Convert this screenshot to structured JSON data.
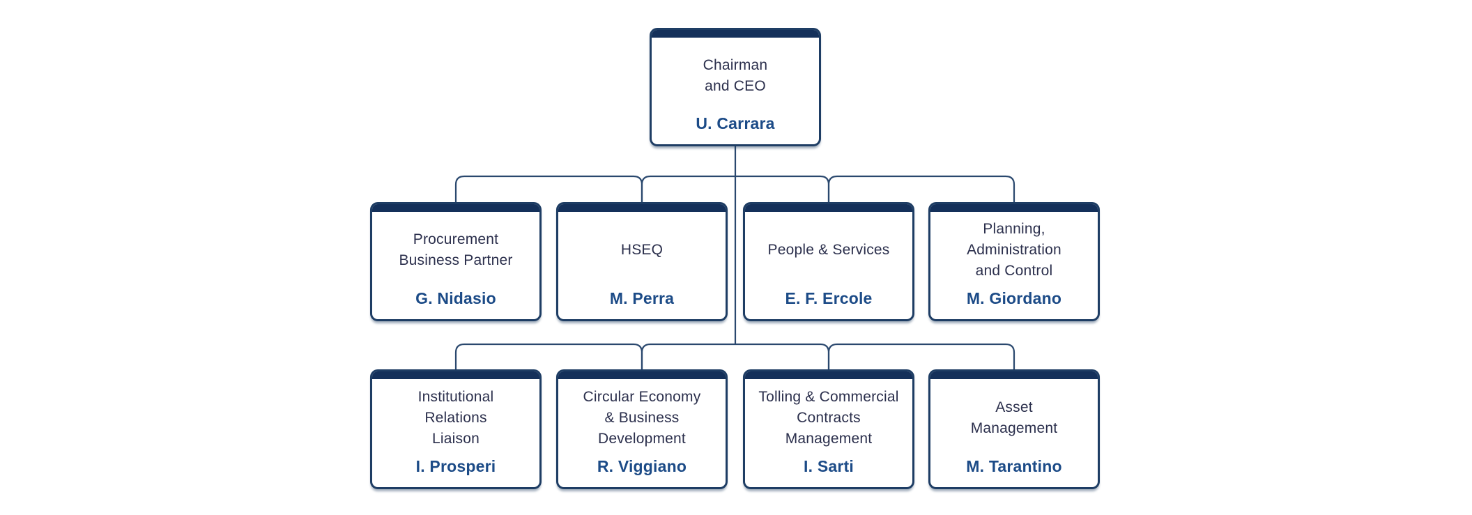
{
  "colors": {
    "page_bg": "#ffffff",
    "navy_bar": "#14305a",
    "box_border": "#1e3d64",
    "connector": "#2a486e",
    "title_text": "#2b2f4c",
    "name_text": "#1c4b87"
  },
  "org_chart": {
    "root": {
      "title_lines": [
        "Chairman",
        "and CEO"
      ],
      "name": "U. Carrara"
    },
    "rows": [
      {
        "boxes": [
          {
            "title_lines": [
              "Procurement",
              "Business Partner"
            ],
            "name": "G. Nidasio"
          },
          {
            "title_lines": [
              "HSEQ"
            ],
            "name": "M. Perra"
          },
          {
            "title_lines": [
              "People & Services"
            ],
            "name": "E. F. Ercole"
          },
          {
            "title_lines": [
              "Planning,",
              "Administration",
              "and Control"
            ],
            "name": "M. Giordano"
          }
        ]
      },
      {
        "boxes": [
          {
            "title_lines": [
              "Institutional",
              "Relations",
              "Liaison"
            ],
            "name": "I. Prosperi"
          },
          {
            "title_lines": [
              "Circular Economy",
              "& Business",
              "Development"
            ],
            "name": "R. Viggiano"
          },
          {
            "title_lines": [
              "Tolling & Commercial",
              "Contracts",
              "Management"
            ],
            "name": "I. Sarti"
          },
          {
            "title_lines": [
              "Asset",
              "Management"
            ],
            "name": "M. Tarantino"
          }
        ]
      }
    ]
  }
}
